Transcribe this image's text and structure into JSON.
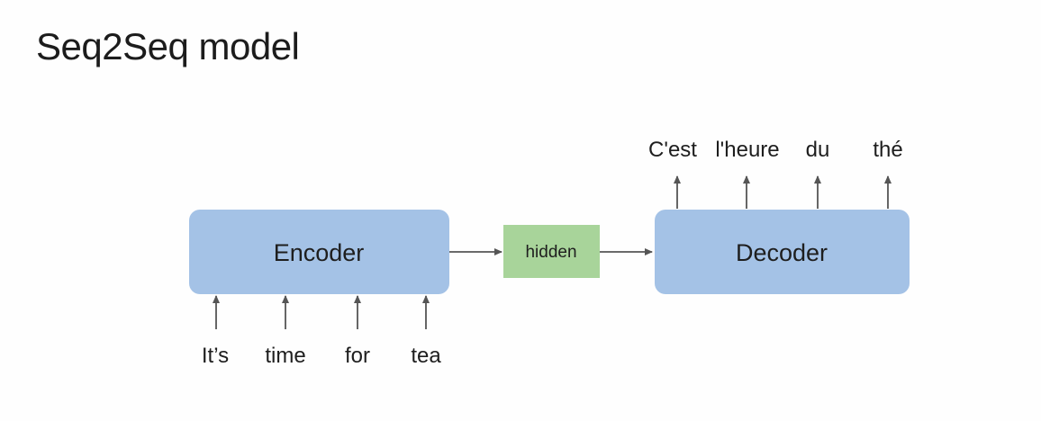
{
  "title": "Seq2Seq model",
  "encoder": {
    "label": "Encoder"
  },
  "hidden": {
    "label": "hidden"
  },
  "decoder": {
    "label": "Decoder"
  },
  "input_words": [
    "It’s",
    "time",
    "for",
    "tea"
  ],
  "output_words": [
    "C'est",
    "l'heure",
    "du",
    "thé"
  ],
  "colors": {
    "block": "#a4c2e6",
    "hidden": "#a8d49a",
    "arrow": "#555555",
    "text": "#1e1e1e"
  }
}
